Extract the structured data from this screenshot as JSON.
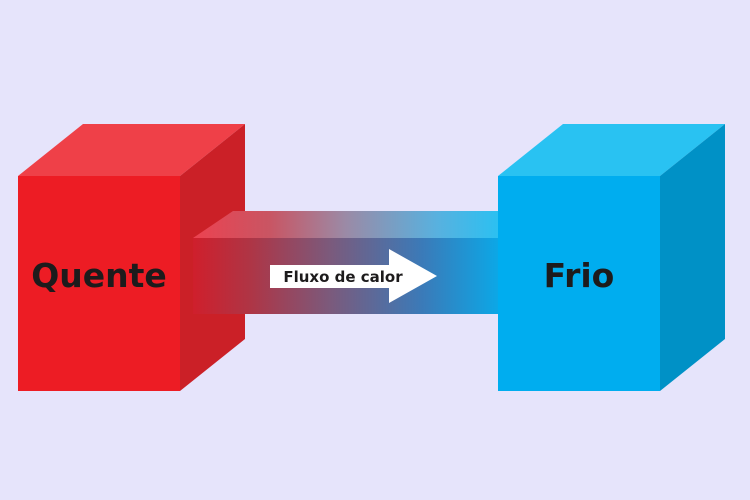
{
  "diagram": {
    "hot_block": {
      "label": "Quente",
      "color_front": "#ed1c24",
      "color_top": "#ef4048",
      "color_side": "#cb2027"
    },
    "cold_block": {
      "label": "Frio",
      "color_front": "#00adef",
      "color_top": "#29c2f2",
      "color_side": "#0091c6"
    },
    "connector": {
      "arrow_label": "Fluxo de calor"
    },
    "background_color": "#e6e4fb"
  }
}
